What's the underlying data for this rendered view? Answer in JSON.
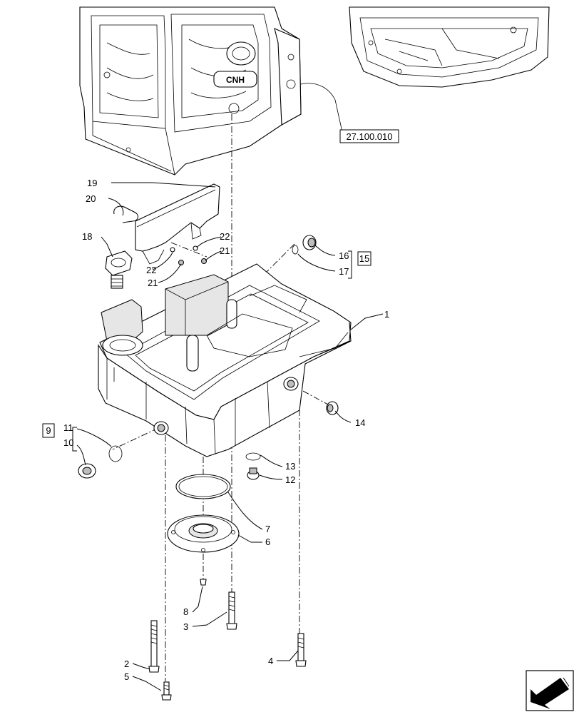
{
  "diagram": {
    "reference_label": "27.100.010",
    "callouts": {
      "c1": "1",
      "c2": "2",
      "c3": "3",
      "c4": "4",
      "c5": "5",
      "c6": "6",
      "c7": "7",
      "c8": "8",
      "c9": "9",
      "c10": "10",
      "c11": "11",
      "c12": "12",
      "c13": "13",
      "c14": "14",
      "c15": "15",
      "c16": "16",
      "c17": "17",
      "c18": "18",
      "c19": "19",
      "c20": "20",
      "c21a": "21",
      "c21b": "21",
      "c22a": "22",
      "c22b": "22"
    },
    "housing_logo_text": "CNH"
  },
  "nav_icon": "arrow-navigation-icon"
}
